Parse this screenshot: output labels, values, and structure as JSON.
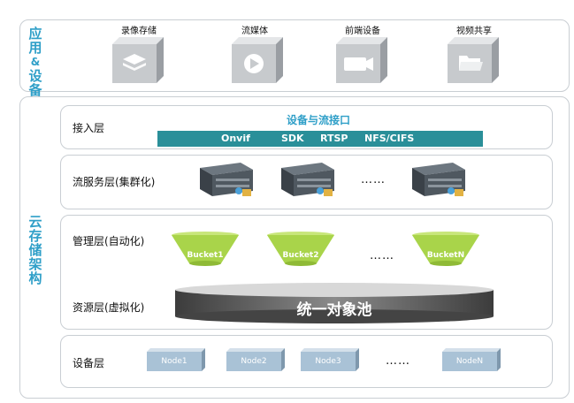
{
  "app_section": {
    "title_chars": [
      "应",
      "用",
      "&",
      "设",
      "备"
    ],
    "items": [
      {
        "label": "录像存储",
        "icon": "layers-icon"
      },
      {
        "label": "流媒体",
        "icon": "play-icon"
      },
      {
        "label": "前端设备",
        "icon": "camera-icon"
      },
      {
        "label": "视频共享",
        "icon": "folder-icon"
      }
    ]
  },
  "cloud_section": {
    "title_chars": [
      "云",
      "存",
      "储",
      "架",
      "构"
    ]
  },
  "access_layer": {
    "label": "接入层",
    "title": "设备与流接口",
    "protocols": [
      "Onvif",
      "SDK",
      "RTSP",
      "NFS/CIFS"
    ]
  },
  "stream_layer": {
    "label": "流服务层(集群化)",
    "ellipsis": "……"
  },
  "management_layer": {
    "label": "管理层(自动化)",
    "buckets": [
      "Bucket1",
      "Bucket2",
      "BucketN"
    ],
    "ellipsis": "……"
  },
  "resource_layer": {
    "label": "资源层(虚拟化)",
    "pool_label": "统一对象池"
  },
  "device_layer": {
    "label": "设备层",
    "nodes": [
      "Node1",
      "Node2",
      "Node3",
      "NodeN"
    ],
    "ellipsis": "……"
  },
  "colors": {
    "accent": "#2f9fc8",
    "bar": "#2a8f99",
    "bucket": "#a9d44a",
    "node": "#a9c2d6",
    "cube": "#cfd2d5"
  }
}
